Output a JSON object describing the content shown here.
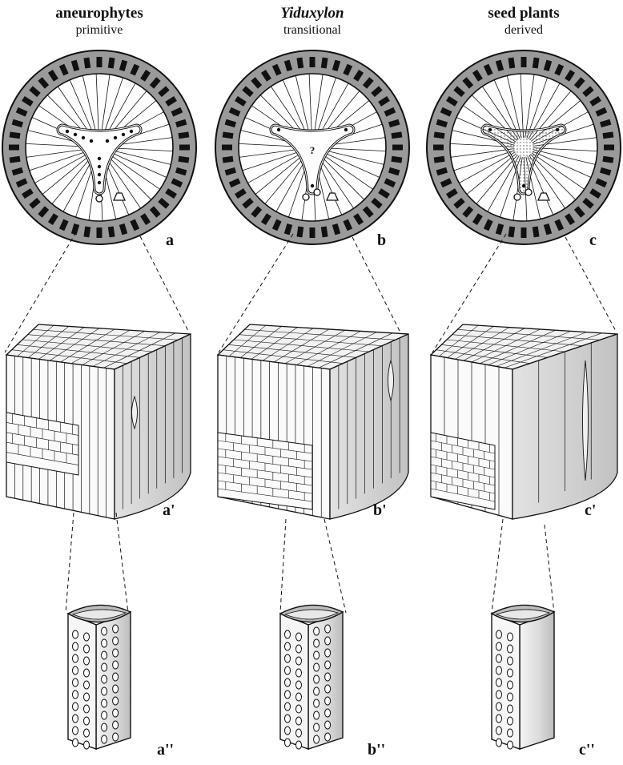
{
  "columns": [
    {
      "title": "aneurophytes",
      "italic": false,
      "subtitle": "primitive",
      "labels": {
        "stem": "a",
        "wood": "a'",
        "cell": "a''"
      }
    },
    {
      "title": "Yiduxylon",
      "italic": true,
      "subtitle": "transitional",
      "labels": {
        "stem": "b",
        "wood": "b'",
        "cell": "b''"
      }
    },
    {
      "title": "seed plants",
      "italic": false,
      "subtitle": "derived",
      "labels": {
        "stem": "c",
        "wood": "c'",
        "cell": "c''"
      }
    }
  ],
  "stele_marks": [
    "a",
    "b",
    "c"
  ],
  "stele_question_mark": "?",
  "colors": {
    "ink": "#111111",
    "bark_gray": "#9a9a9a",
    "paper": "#ffffff",
    "shade": "#d9d9d9",
    "shade_dark": "#b5b5b5"
  }
}
